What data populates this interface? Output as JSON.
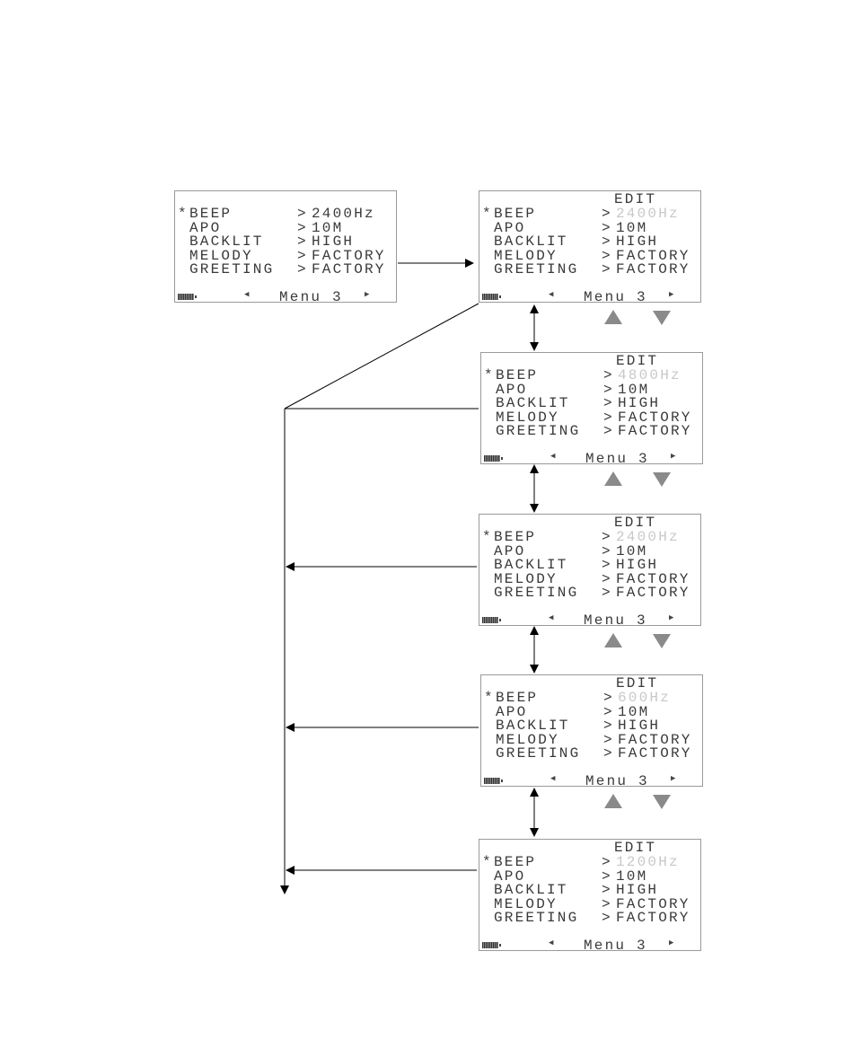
{
  "screens": [
    {
      "edit": false,
      "beep_value": "2400Hz"
    },
    {
      "edit": true,
      "beep_value": "2400Hz"
    },
    {
      "edit": true,
      "beep_value": "4800Hz"
    },
    {
      "edit": true,
      "beep_value": "2400Hz"
    },
    {
      "edit": true,
      "beep_value": "600Hz"
    },
    {
      "edit": true,
      "beep_value": "1200Hz"
    }
  ],
  "edit_label": "EDIT",
  "cursor": "*",
  "separator": ">",
  "rows": [
    {
      "label": "BEEP",
      "value": "2400Hz"
    },
    {
      "label": "APO",
      "value": "10M"
    },
    {
      "label": "BACKLIT",
      "value": "HIGH"
    },
    {
      "label": "MELODY",
      "value": "FACTORY"
    },
    {
      "label": "GREETING",
      "value": "FACTORY"
    }
  ],
  "footer": {
    "menu_label": "Menu 3",
    "left_icon": "triangle-left",
    "right_icon": "triangle-right",
    "battery_icon": "battery"
  },
  "colors": {
    "highlight": "#c8c8c8",
    "text": "#3a3a3a",
    "arrow_key": "#8a8a8a"
  }
}
